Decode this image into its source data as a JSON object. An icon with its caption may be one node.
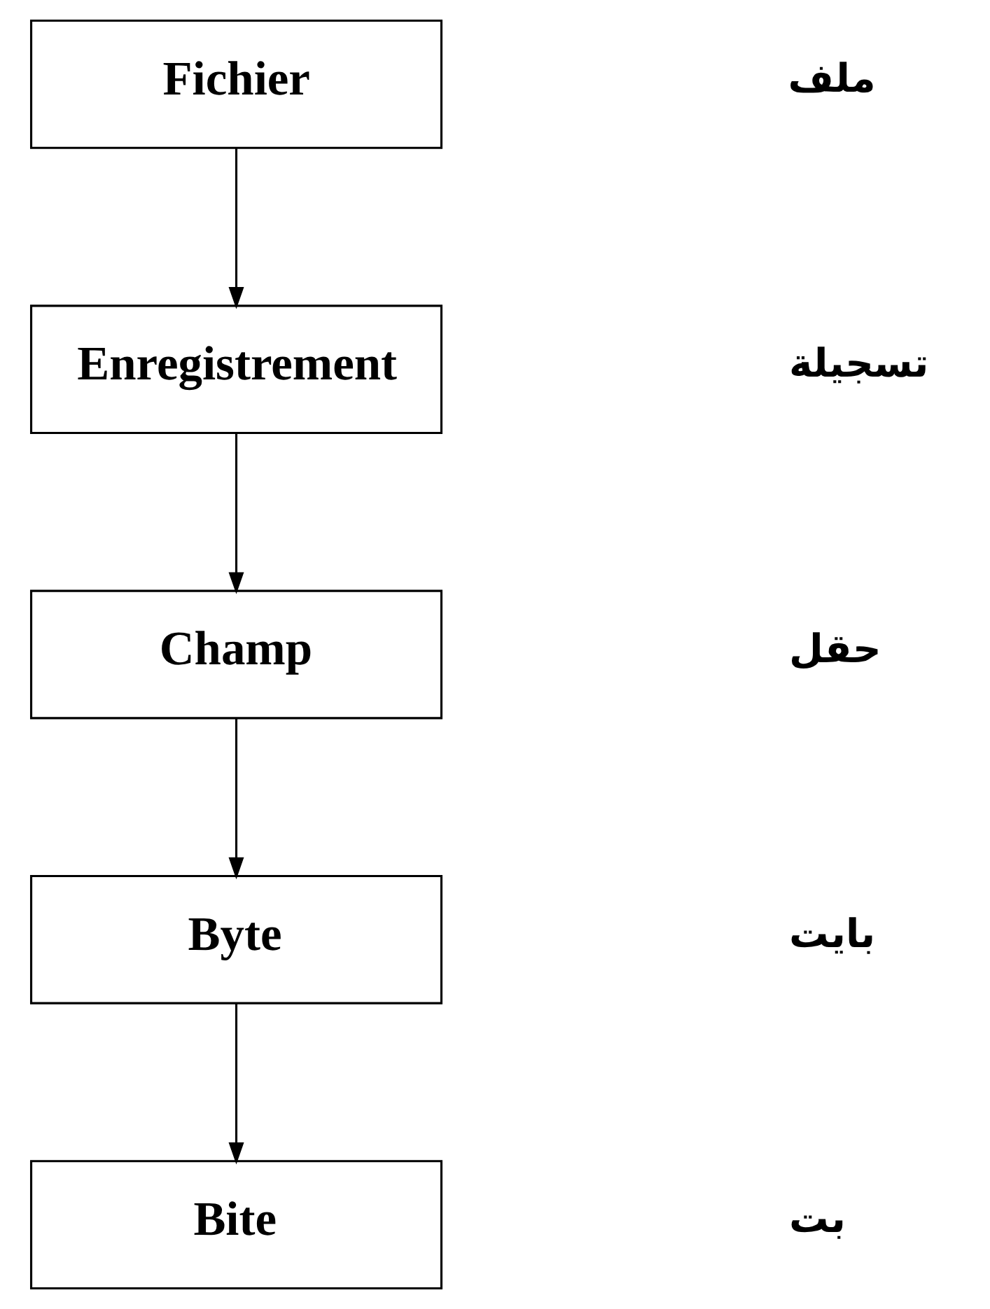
{
  "diagram": {
    "nodes": [
      {
        "text": [
          "Fichier"
        ]
      },
      {
        "text": [
          "Enregistrement"
        ]
      },
      {
        "text": [
          "Champ"
        ]
      },
      {
        "text": [
          "Byte"
        ]
      },
      {
        "text": [
          "Bite"
        ]
      }
    ],
    "edges": [
      {
        "from": 0,
        "to": 1,
        "arrow": "to"
      },
      {
        "from": 1,
        "to": 2,
        "arrow": "to"
      },
      {
        "from": 2,
        "to": 3,
        "arrow": "to"
      },
      {
        "from": 3,
        "to": 4,
        "arrow": "to"
      }
    ],
    "labels": [
      "ملف",
      "تسجيلة",
      "حقل",
      "بايت",
      "بت"
    ]
  }
}
